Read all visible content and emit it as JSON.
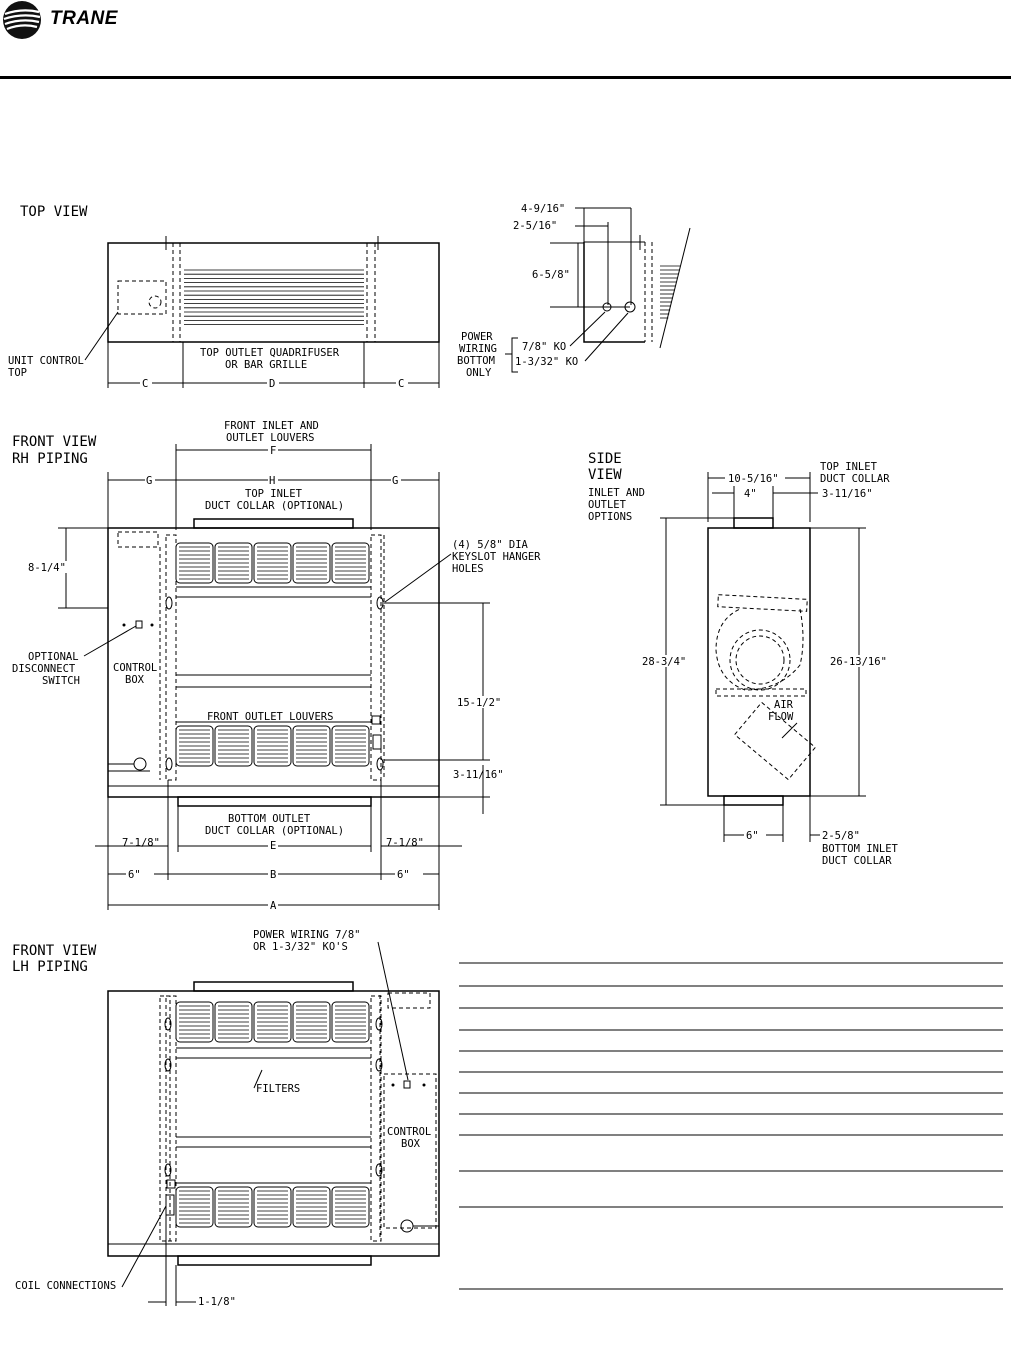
{
  "header": {
    "brand": "TRANE"
  },
  "top_view": {
    "title": "TOP  VIEW",
    "unit_control_label": [
      "UNIT  CONTROL",
      "TOP"
    ],
    "outlet_label": [
      "TOP  OUTLET  QUADRIFUSER",
      "OR  BAR  GRILLE"
    ],
    "dim_c": "C",
    "dim_d": "D"
  },
  "detail_view": {
    "dims": [
      "4-9/16\"",
      "2-5/16\"",
      "6-5/8\""
    ],
    "power_label": [
      "POWER",
      "WIRING",
      "BOTTOM",
      "ONLY"
    ],
    "ko_labels": [
      "7/8\"  KO",
      "1-3/32\"  KO"
    ]
  },
  "front_rh": {
    "title": [
      "FRONT  VIEW",
      "RH  PIPING"
    ],
    "inlet_louvers_label": [
      "FRONT  INLET  AND",
      "OUTLET  LOUVERS"
    ],
    "dim_f": "F",
    "dim_g": "G",
    "dim_h": "H",
    "top_inlet_label": [
      "TOP  INLET",
      "DUCT  COLLAR  (OPTIONAL)"
    ],
    "hanger_label": [
      "(4)  5/8\"  DIA",
      "KEYSLOT  HANGER",
      "HOLES"
    ],
    "dim_8_1_4": "8-1/4\"",
    "disconnect_label": [
      "OPTIONAL",
      "DISCONNECT",
      "SWITCH"
    ],
    "control_box_label": [
      "CONTROL",
      "BOX"
    ],
    "front_outlet_label": "FRONT  OUTLET  LOUVERS",
    "dim_15_1_2": "15-1/2\"",
    "dim_3_11_16": "3-11/16\"",
    "bottom_outlet_label": [
      "BOTTOM  OUTLET",
      "DUCT  COLLAR  (OPTIONAL)"
    ],
    "dim_7_1_8": "7-1/8\"",
    "dim_e": "E",
    "dim_6": "6\"",
    "dim_b": "B",
    "dim_a": "A"
  },
  "side_view": {
    "title": [
      "SIDE",
      "VIEW"
    ],
    "options_label": [
      "INLET  AND",
      "OUTLET",
      "OPTIONS"
    ],
    "dim_10_5_16": "10-5/16\"",
    "dim_4": "4\"",
    "top_inlet_label": [
      "TOP  INLET",
      "DUCT  COLLAR"
    ],
    "dim_3_11_16": "3-11/16\"",
    "dim_28_3_4": "28-3/4\"",
    "dim_26_13_16": "26-13/16\"",
    "air_flow_label": [
      "AIR",
      "FLOW"
    ],
    "dim_6": "6\"",
    "dim_2_5_8": "2-5/8\"",
    "bottom_inlet_label": [
      "BOTTOM  INLET",
      "DUCT  COLLAR"
    ]
  },
  "front_lh": {
    "title": [
      "FRONT  VIEW",
      "LH  PIPING"
    ],
    "power_wiring_label": [
      "POWER  WIRING  7/8\"",
      "OR  1-3/32\"  KO'S"
    ],
    "filters_label": "FILTERS",
    "control_box_label": [
      "CONTROL",
      "BOX"
    ],
    "coil_label": "COIL  CONNECTIONS",
    "dim_1_1_8": "1-1/8\""
  }
}
